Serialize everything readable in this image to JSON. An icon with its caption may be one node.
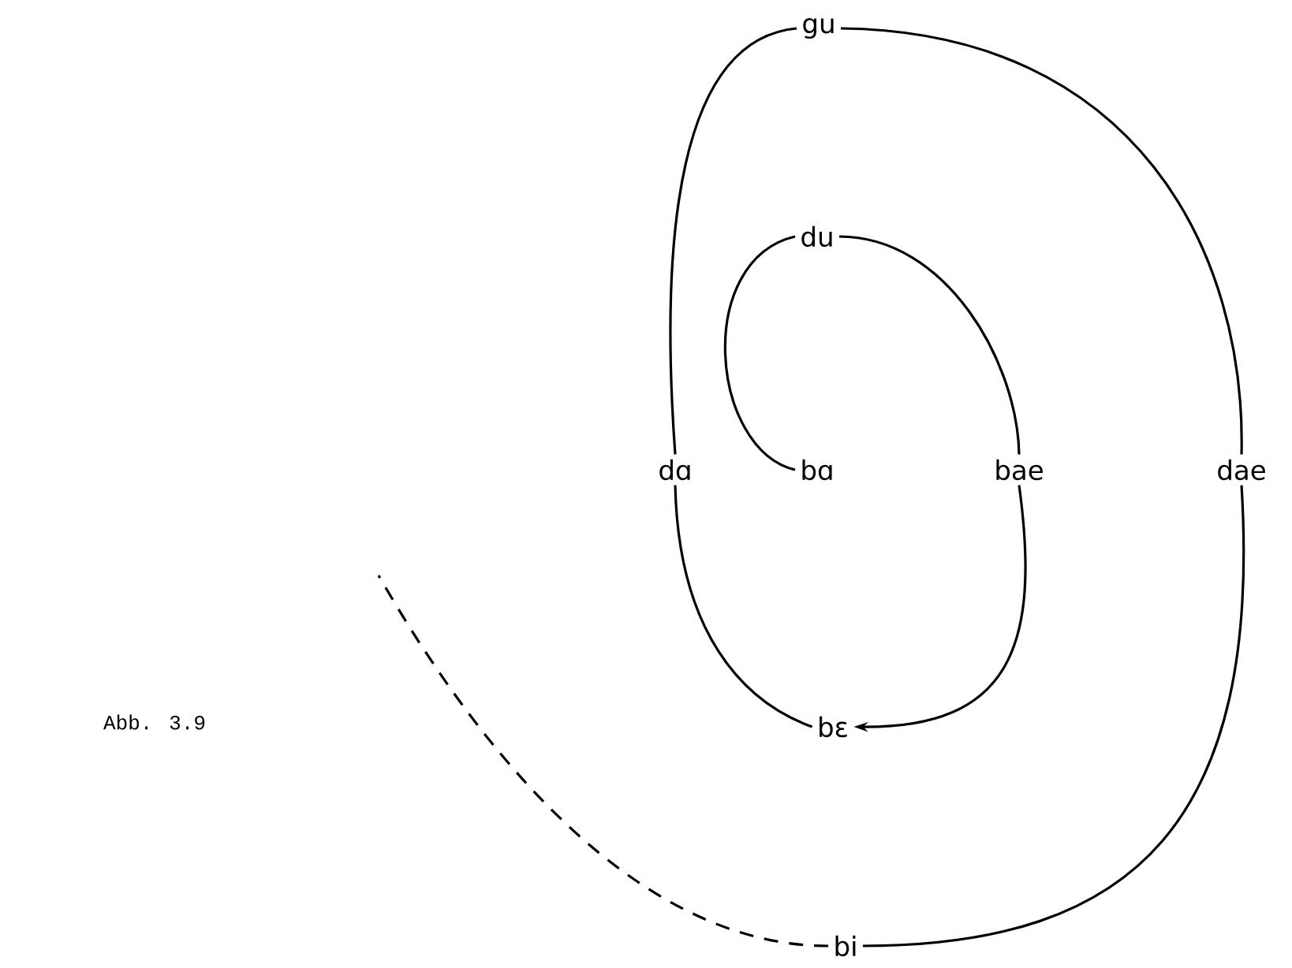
{
  "diagram": {
    "caption": "Abb. 3.9",
    "nodes": [
      {
        "text": [
          "gu"
        ]
      },
      {
        "text": [
          "du"
        ]
      },
      {
        "text": [
          "dɑ"
        ]
      },
      {
        "text": [
          "bɑ"
        ]
      },
      {
        "text": [
          "bae"
        ]
      },
      {
        "text": [
          "dae"
        ]
      },
      {
        "text": [
          "bɛ"
        ]
      },
      {
        "text": [
          "bi"
        ]
      }
    ],
    "edges": [
      {
        "from": 3,
        "to": 1,
        "arrow": "none"
      },
      {
        "from": 1,
        "to": 4,
        "arrow": "none"
      },
      {
        "from": 4,
        "to": 6,
        "arrow": "to"
      },
      {
        "from": 6,
        "to": 2,
        "arrow": "none"
      },
      {
        "from": 2,
        "to": 0,
        "arrow": "none"
      },
      {
        "from": 0,
        "to": 5,
        "arrow": "none"
      },
      {
        "from": 5,
        "to": 7,
        "arrow": "none"
      },
      {
        "from": 7,
        "to": null,
        "arrow": "none",
        "style": "dashed"
      }
    ]
  }
}
